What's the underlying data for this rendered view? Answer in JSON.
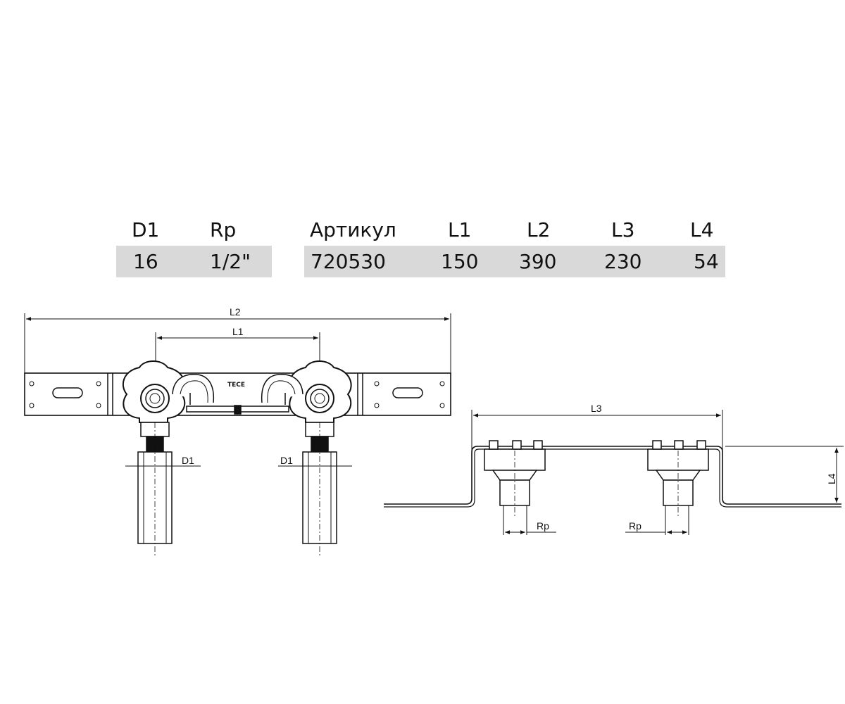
{
  "spec_table": {
    "headers": {
      "d1": "D1",
      "rp": "Rp",
      "article": "Артикул",
      "l1": "L1",
      "l2": "L2",
      "l3": "L3",
      "l4": "L4"
    },
    "row": {
      "d1": "16",
      "rp": "1/2\"",
      "article": "720530",
      "l1": "150",
      "l2": "390",
      "l3": "230",
      "l4": "54"
    }
  },
  "front_view": {
    "dim_overall": "L2",
    "dim_centers": "L1",
    "dim_pipe_left": "D1",
    "dim_pipe_right": "D1",
    "brand_mark": "TECE"
  },
  "top_view": {
    "dim_width": "L3",
    "dim_height": "L4",
    "dim_thread_left": "Rp",
    "dim_thread_right": "Rp"
  },
  "colors": {
    "table_row_fill": "#d9d9d9",
    "line": "#111111"
  }
}
